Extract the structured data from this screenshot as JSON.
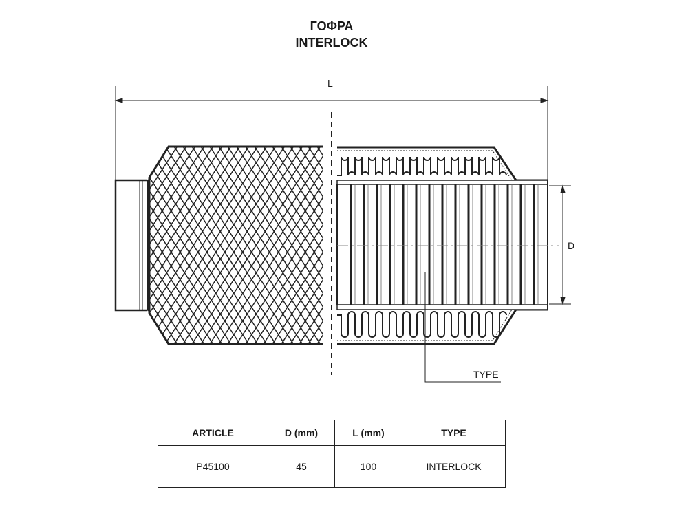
{
  "title": {
    "line1": "ГОФРА",
    "line2": "INTERLOCK"
  },
  "dimensions": {
    "length_label": "L",
    "diameter_label": "D",
    "type_label": "TYPE"
  },
  "table": {
    "headers": [
      "ARTICLE",
      "D (mm)",
      "L (mm)",
      "TYPE"
    ],
    "rows": [
      [
        "P45100",
        "45",
        "100",
        "INTERLOCK"
      ]
    ]
  }
}
